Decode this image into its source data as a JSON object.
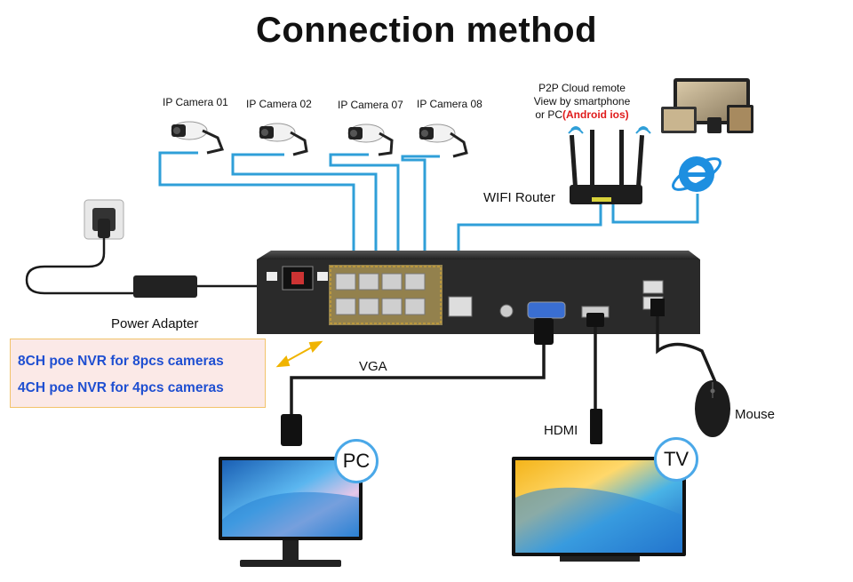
{
  "title": "Connection method",
  "cameras": [
    {
      "label": "IP Camera 01"
    },
    {
      "label": "IP Camera 02"
    },
    {
      "label": "IP Camera 07"
    },
    {
      "label": "IP Camera 08"
    }
  ],
  "p2p": {
    "line1": "P2P Cloud remote",
    "line2": "View by smartphone",
    "line3_prefix": "or PC",
    "line3_highlight": "(Android ios)"
  },
  "router_label": "WIFI Router",
  "power_label": "Power Adapter",
  "vga_label": "VGA",
  "hdmi_label": "HDMI",
  "mouse_label": "Mouse",
  "notes": {
    "line1": "8CH poe NVR for 8pcs cameras",
    "line2": "4CH poe NVR for 4pcs cameras"
  },
  "badges": {
    "pc": "PC",
    "tv": "TV"
  },
  "colors": {
    "cable_blue": "#2f9fd8",
    "cable_black": "#1a1a1a",
    "nvr_body": "#2a2a2a",
    "note_text": "#1f4fd1",
    "highlight_red": "#e01b1b"
  }
}
